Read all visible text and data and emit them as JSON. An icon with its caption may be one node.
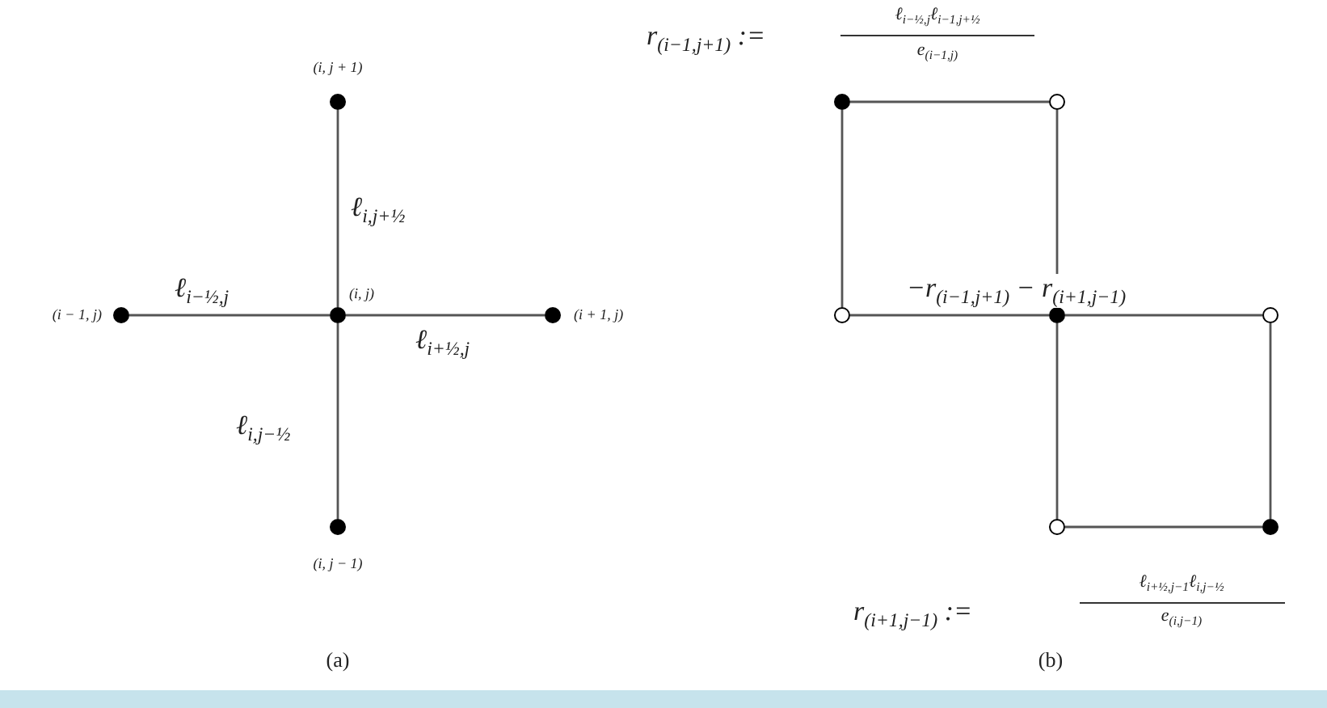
{
  "diagram": {
    "nodes": [
      {
        "text": [],
        "shape": "dot",
        "beside": [
          "(i, j + 1)"
        ]
      },
      {
        "text": [],
        "shape": "dot",
        "beside": [
          "(i − 1, j)"
        ]
      },
      {
        "text": [],
        "shape": "dot",
        "beside": [
          "(i, j)"
        ]
      },
      {
        "text": [],
        "shape": "dot",
        "beside": [
          "(i + 1, j)"
        ]
      },
      {
        "text": [],
        "shape": "dot",
        "beside": [
          "(i, j − 1)"
        ]
      },
      {
        "text": [],
        "shape": "dot"
      },
      {
        "text": [],
        "shape": "circle"
      },
      {
        "text": [],
        "shape": "circle"
      },
      {
        "text": [],
        "shape": "dot",
        "beside": [
          "−r$_{(i−1,j+1)}$ − r$_{(i+1,j−1)}$"
        ]
      },
      {
        "text": [],
        "shape": "circle"
      },
      {
        "text": [],
        "shape": "circle"
      },
      {
        "text": [],
        "shape": "dot"
      }
    ],
    "edges": [
      {
        "from": 2,
        "to": 0,
        "arrow": "none",
        "label": "ℓ$_{i,j+½}$"
      },
      {
        "from": 1,
        "to": 2,
        "arrow": "none",
        "label": "ℓ$_{i−½,j}$"
      },
      {
        "from": 2,
        "to": 3,
        "arrow": "none",
        "label": "ℓ$_{i+½,j}$"
      },
      {
        "from": 2,
        "to": 4,
        "arrow": "none",
        "label": "ℓ$_{i,j−½}$"
      },
      {
        "from": 5,
        "to": 6,
        "arrow": "none"
      },
      {
        "from": 5,
        "to": 7,
        "arrow": "none"
      },
      {
        "from": 6,
        "to": 8,
        "arrow": "none"
      },
      {
        "from": 7,
        "to": 8,
        "arrow": "none"
      },
      {
        "from": 8,
        "to": 9,
        "arrow": "none"
      },
      {
        "from": 8,
        "to": 10,
        "arrow": "none"
      },
      {
        "from": 9,
        "to": 11,
        "arrow": "none"
      },
      {
        "from": 10,
        "to": 11,
        "arrow": "none"
      }
    ],
    "labels": [
      "r$_{(i−1,j+1)}$ :=",
      "ℓ$_{i−½,j}$ℓ$_{i−1,j+½}$",
      "e$_{(i−1,j)}$",
      "r$_{(i+1,j−1)}$ :=",
      "ℓ$_{i+½,j−1}$ℓ$_{i,j−½}$",
      "e$_{(i,j−1)}$",
      "(a)",
      "(b)"
    ]
  }
}
